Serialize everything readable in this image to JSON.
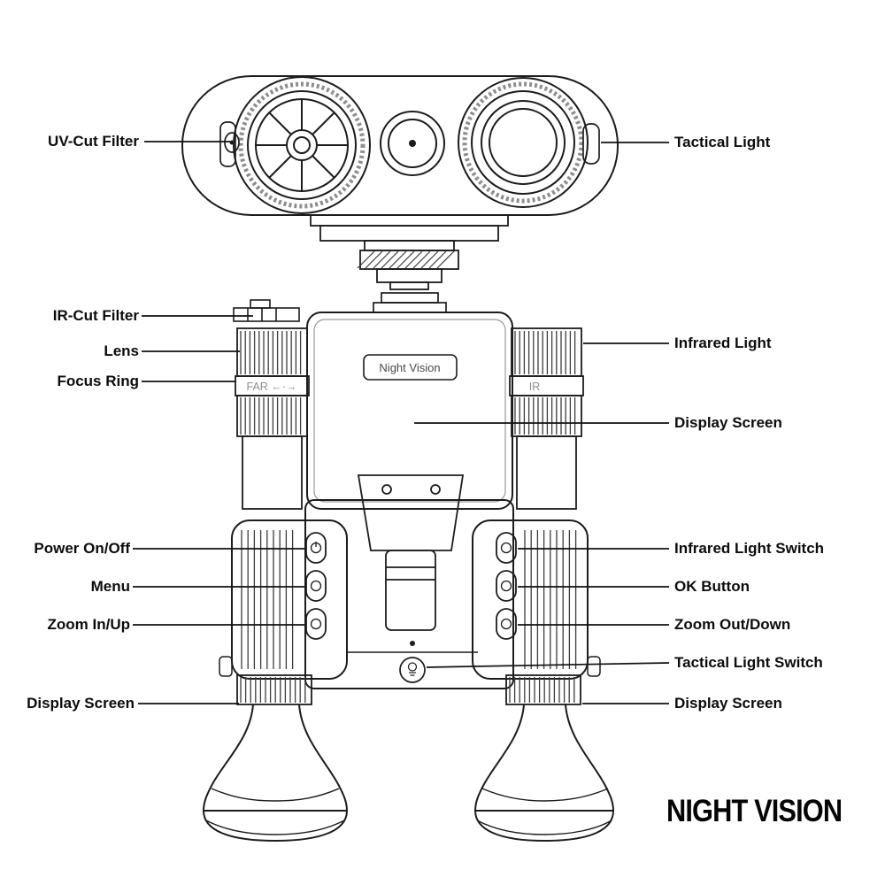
{
  "title": "NIGHT VISION",
  "device": {
    "screen_label": "Night Vision",
    "focus_text": "FAR ←·→",
    "ir_text": "IR"
  },
  "labels": {
    "left": [
      {
        "text": "UV-Cut Filter"
      },
      {
        "text": "IR-Cut Filter"
      },
      {
        "text": "Lens"
      },
      {
        "text": "Focus Ring"
      },
      {
        "text": "Power On/Off"
      },
      {
        "text": "Menu"
      },
      {
        "text": "Zoom In/Up"
      },
      {
        "text": "Display Screen"
      }
    ],
    "right": [
      {
        "text": "Tactical Light"
      },
      {
        "text": "Infrared Light"
      },
      {
        "text": "Display Screen"
      },
      {
        "text": "Infrared Light Switch"
      },
      {
        "text": "OK Button"
      },
      {
        "text": "Zoom Out/Down"
      },
      {
        "text": "Tactical Light Switch"
      },
      {
        "text": "Display Screen"
      }
    ]
  }
}
